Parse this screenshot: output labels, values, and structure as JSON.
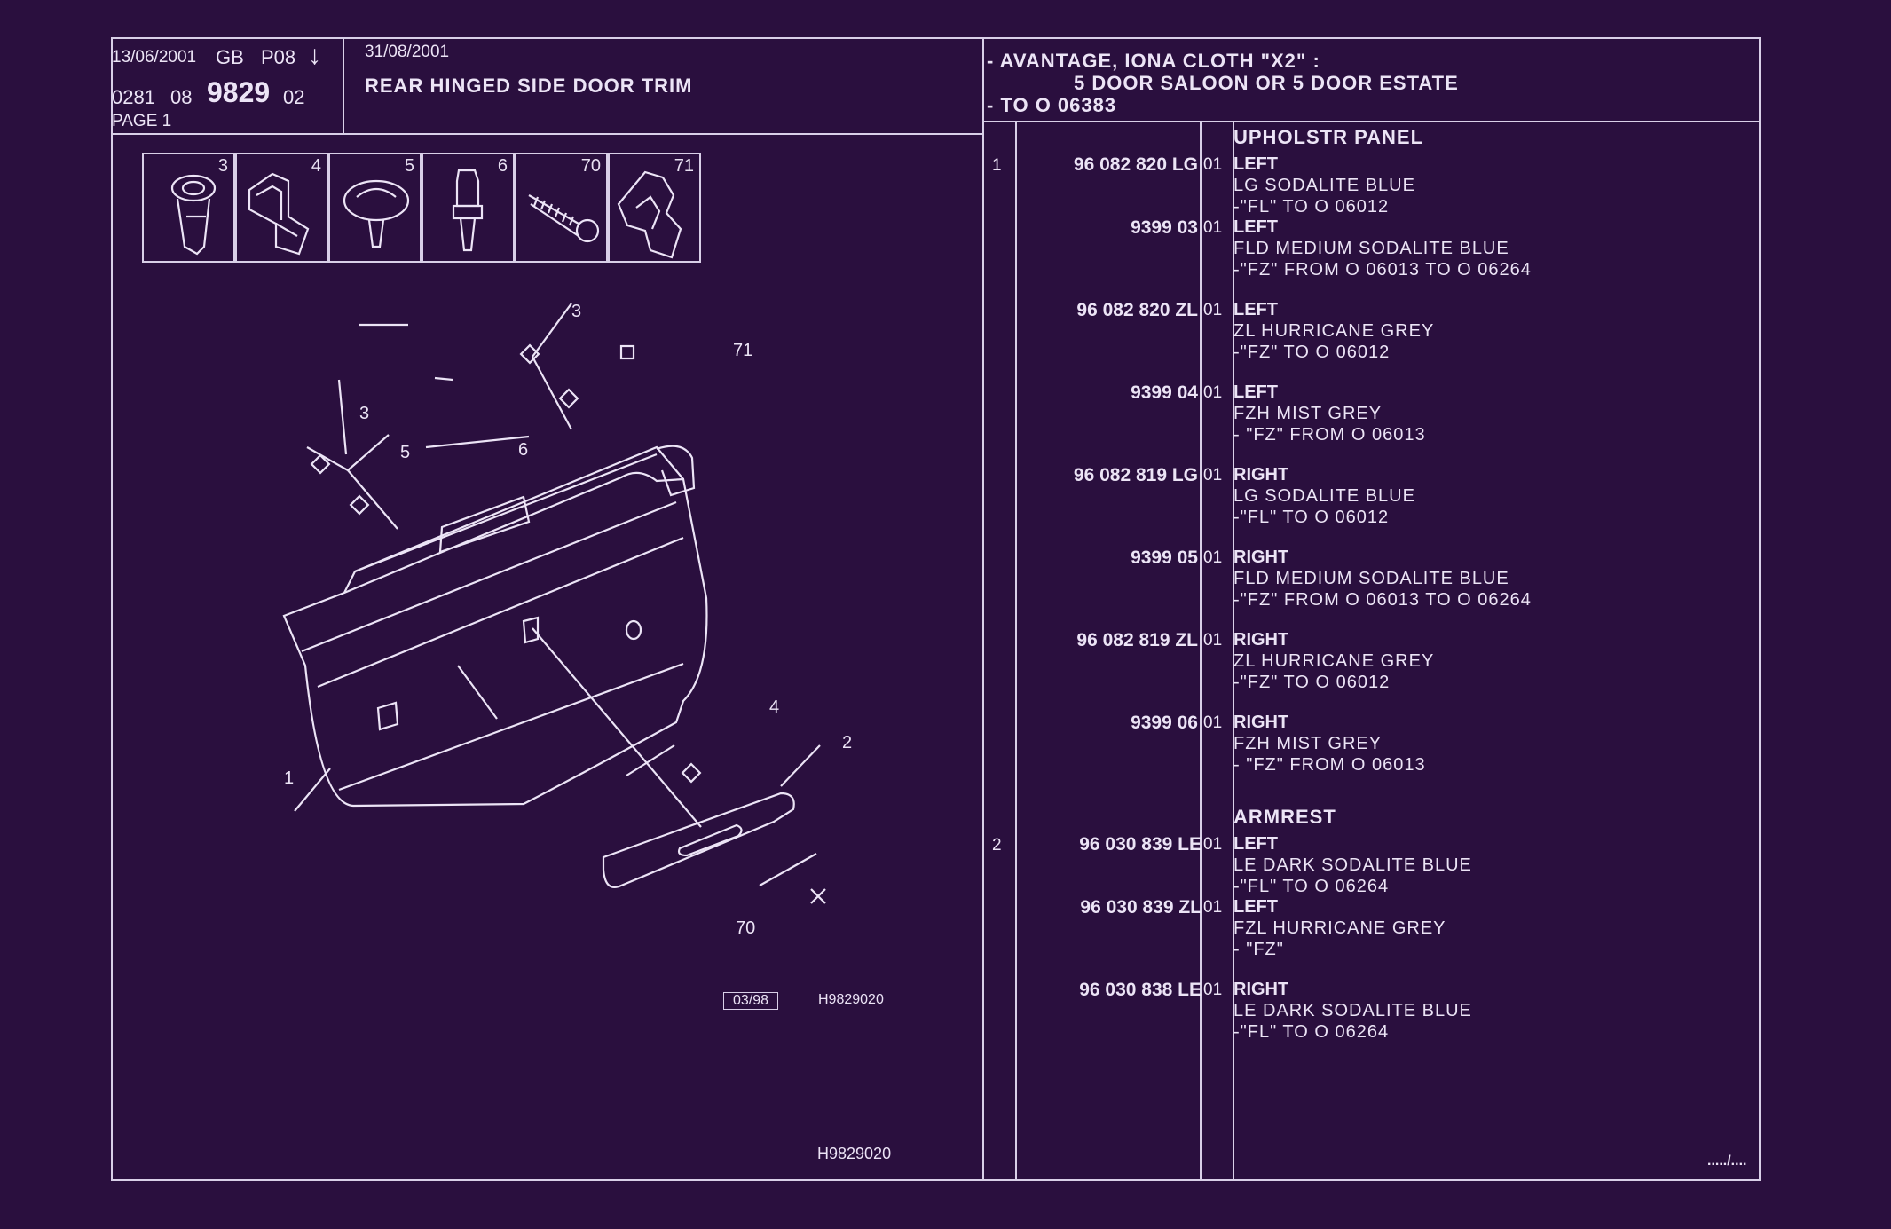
{
  "header": {
    "date": "13/06/2001",
    "lang": "GB",
    "code": "P08",
    "arrow": "↓",
    "group": "0281",
    "subgroup": "08",
    "plate_no": "9829",
    "suffix": "02",
    "page": "PAGE 1",
    "update_date": "31/08/2001",
    "title": "REAR HINGED SIDE DOOR TRIM",
    "application_line1": "- AVANTAGE, IONA CLOTH \"X2\" :",
    "application_line2": "5 DOOR SALOON OR 5 DOOR ESTATE",
    "application_line3": "- TO O  06383"
  },
  "fasteners": [
    {
      "num": "3",
      "icon": "clip-icon"
    },
    {
      "num": "4",
      "icon": "retainer-icon"
    },
    {
      "num": "5",
      "icon": "push-rivet-icon"
    },
    {
      "num": "6",
      "icon": "plug-icon"
    },
    {
      "num": "70",
      "icon": "screw-icon"
    },
    {
      "num": "71",
      "icon": "bracket-icon"
    }
  ],
  "callouts": [
    "1",
    "2",
    "3",
    "3",
    "4",
    "5",
    "6",
    "70",
    "71"
  ],
  "drawing": {
    "revision": "03/98",
    "ref_small": "H9829020",
    "ref_bottom": "H9829020"
  },
  "parts": [
    {
      "item": "1",
      "ref": "96 082 820 LG",
      "qty": "01",
      "heading": "UPHOLSTR PANEL",
      "side": "LEFT",
      "lines": [
        "LG SODALITE BLUE",
        "-\"FL\" TO O 06012"
      ]
    },
    {
      "item": "",
      "ref": "9399 03",
      "qty": "01",
      "heading": "",
      "side": "LEFT",
      "lines": [
        "FLD MEDIUM SODALITE BLUE",
        "-\"FZ\" FROM O 06013 TO O 06264"
      ]
    },
    {
      "item": "",
      "ref": "96 082 820 ZL",
      "qty": "01",
      "heading": "",
      "side": "LEFT",
      "lines": [
        "ZL HURRICANE GREY",
        "-\"FZ\" TO O 06012"
      ]
    },
    {
      "item": "",
      "ref": "9399 04",
      "qty": "01",
      "heading": "",
      "side": "LEFT",
      "lines": [
        "FZH MIST GREY",
        "-    \"FZ\" FROM O 06013"
      ]
    },
    {
      "item": "",
      "ref": "96 082 819 LG",
      "qty": "01",
      "heading": "",
      "side": "RIGHT",
      "lines": [
        "LG SODALITE BLUE",
        "-\"FL\" TO O 06012"
      ]
    },
    {
      "item": "",
      "ref": "9399 05",
      "qty": "01",
      "heading": "",
      "side": "RIGHT",
      "lines": [
        "FLD MEDIUM SODALITE BLUE",
        "-\"FZ\" FROM O 06013 TO O 06264"
      ]
    },
    {
      "item": "",
      "ref": "96 082 819 ZL",
      "qty": "01",
      "heading": "",
      "side": "RIGHT",
      "lines": [
        "ZL HURRICANE GREY",
        "-\"FZ\" TO O 06012"
      ]
    },
    {
      "item": "",
      "ref": "9399 06",
      "qty": "01",
      "heading": "",
      "side": "RIGHT",
      "lines": [
        "FZH MIST GREY",
        "-    \"FZ\" FROM O 06013"
      ]
    },
    {
      "item": "2",
      "ref": "96 030 839 LE",
      "qty": "01",
      "heading": "ARMREST",
      "side": "LEFT",
      "lines": [
        "LE DARK SODALITE BLUE",
        "-\"FL\" TO O 06264"
      ]
    },
    {
      "item": "",
      "ref": "96 030 839 ZL",
      "qty": "01",
      "heading": "",
      "side": "LEFT",
      "lines": [
        "FZL HURRICANE GREY",
        "-     \"FZ\""
      ]
    },
    {
      "item": "",
      "ref": "96 030 838 LE",
      "qty": "01",
      "heading": "",
      "side": "RIGHT",
      "lines": [
        "LE DARK SODALITE BLUE",
        "-\"FL\" TO O 06264"
      ]
    }
  ],
  "continuation": "...../....",
  "colors": {
    "background": "#2a0f3e",
    "ink": "#ece4f6"
  }
}
